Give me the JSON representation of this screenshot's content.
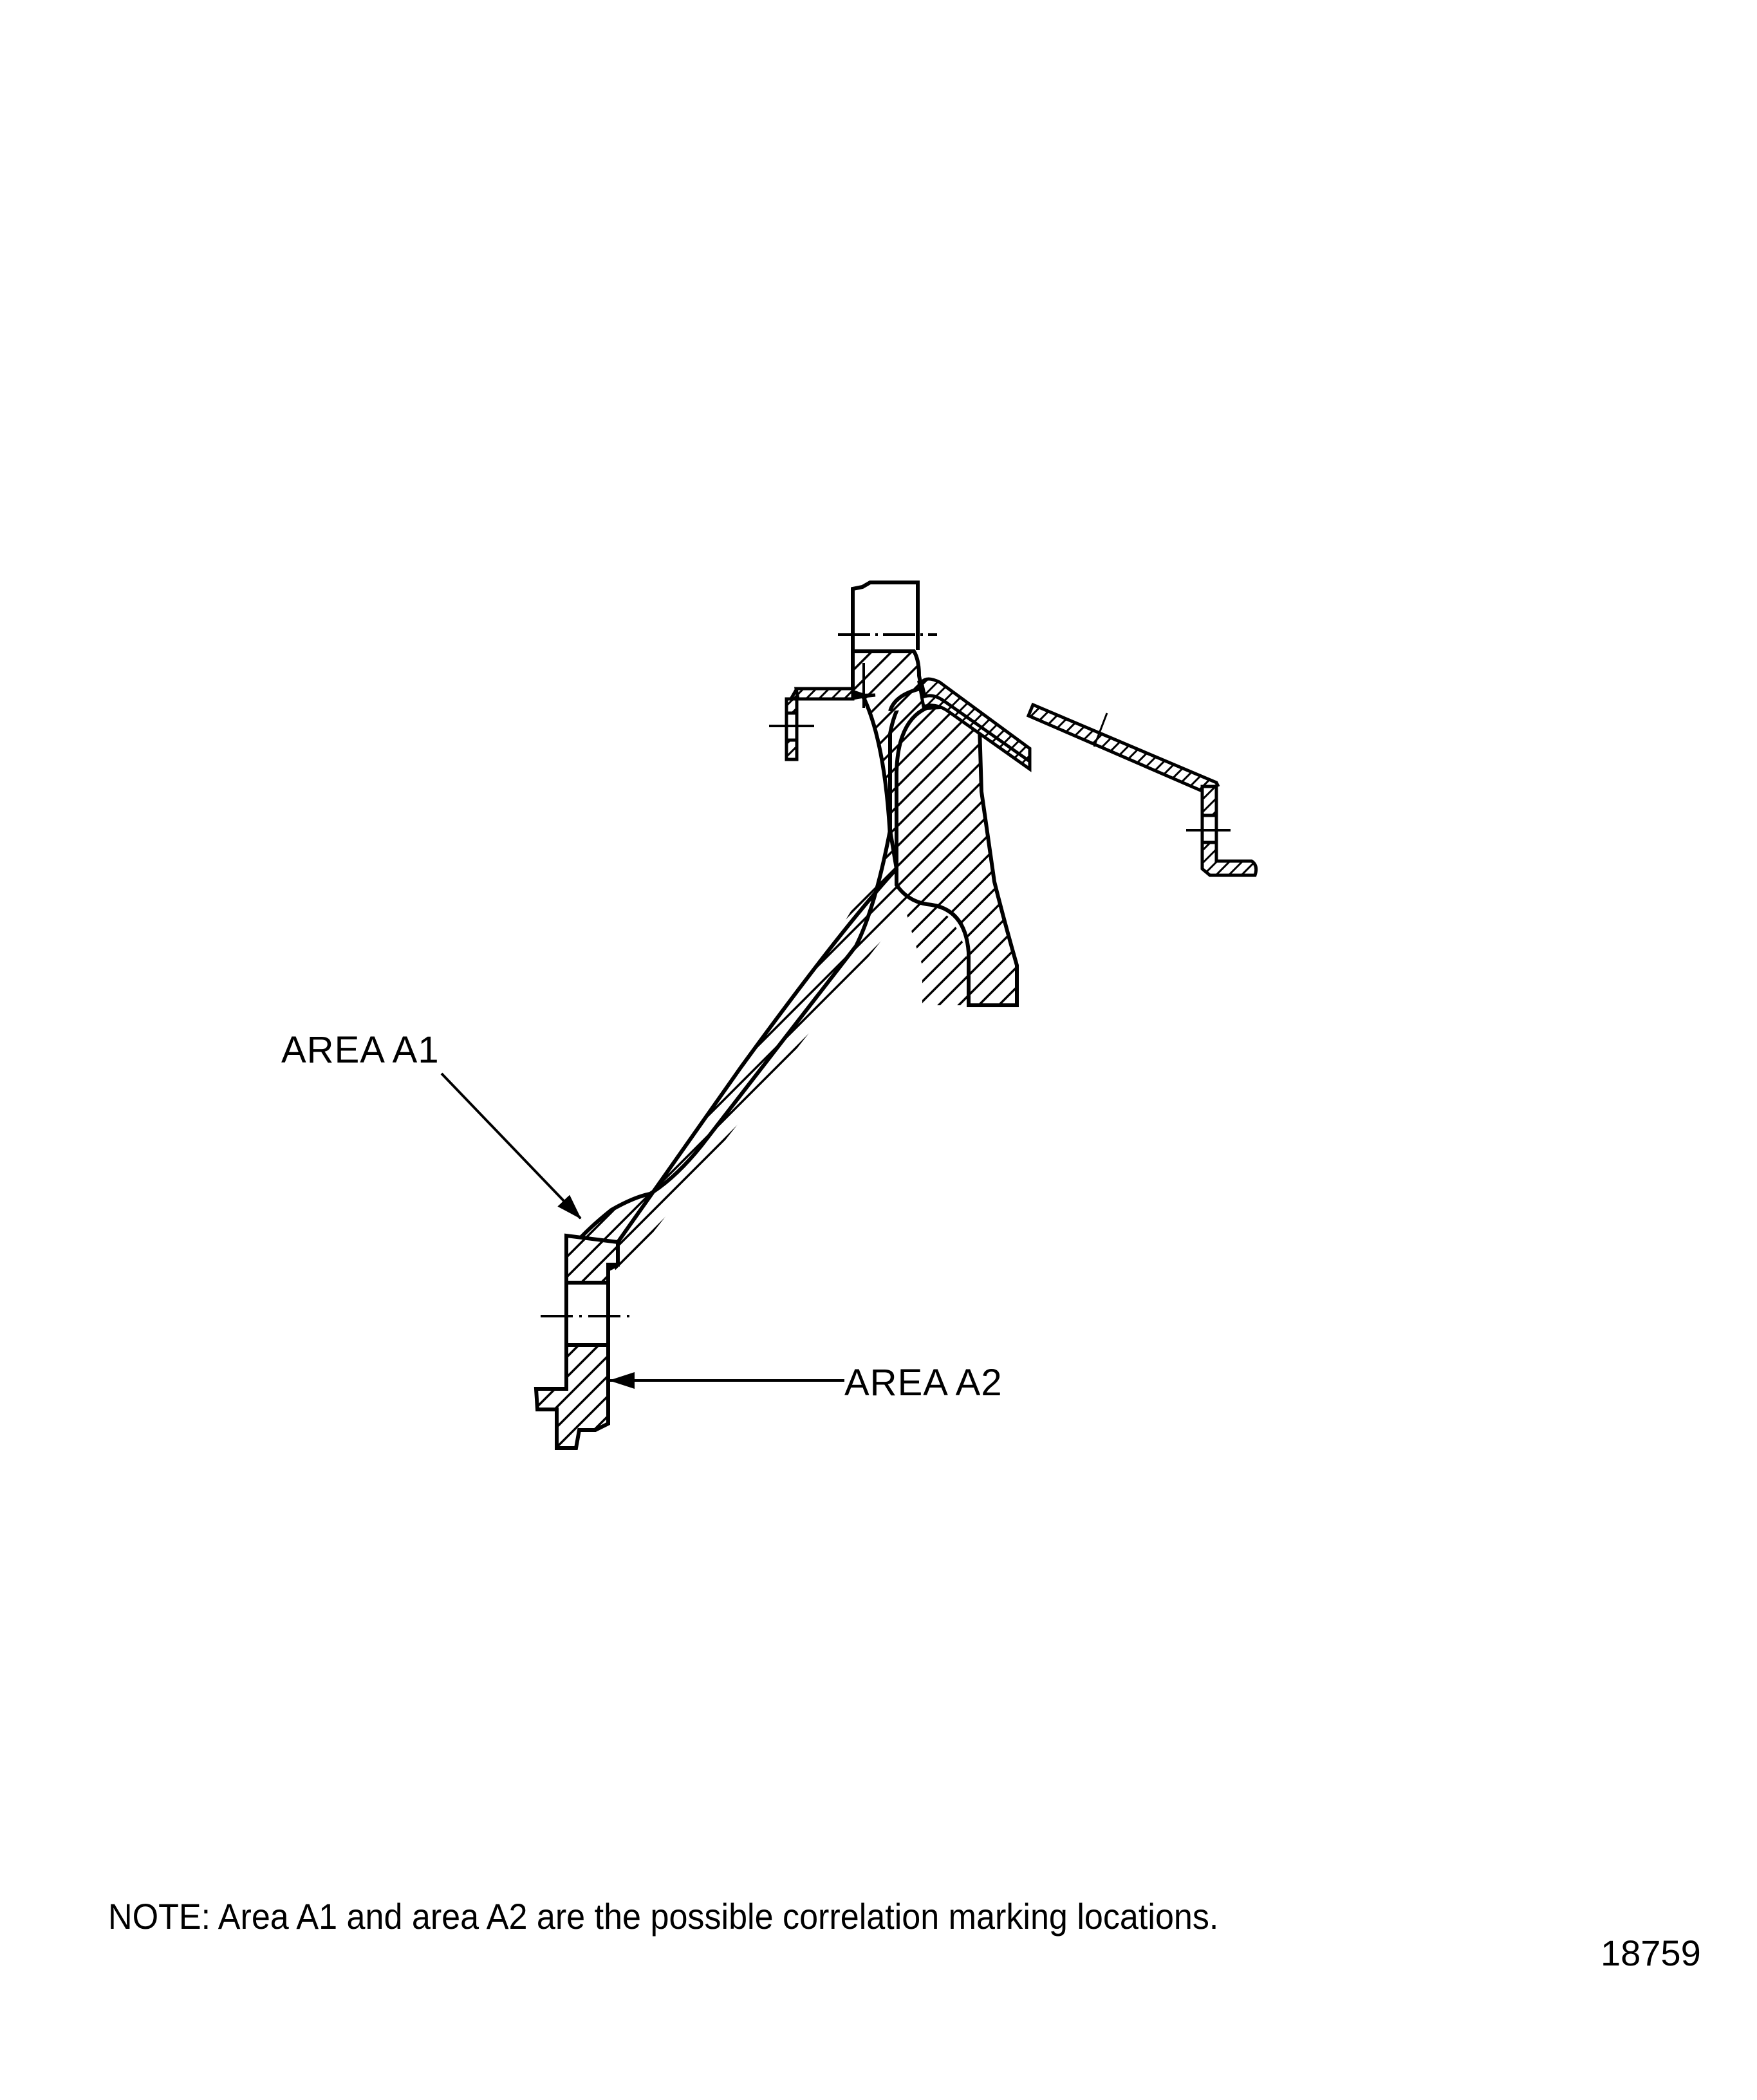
{
  "figure": {
    "type": "cross-section-drawing",
    "subject": "part cross-section with hatched section areas",
    "hatch_color": "#000000",
    "background_color": "#ffffff"
  },
  "callouts": {
    "area_a1": "AREA A1",
    "area_a2": "AREA A2"
  },
  "note": {
    "text": "NOTE: Area A1 and area A2 are the possible correlation marking locations."
  },
  "figure_number": "18759"
}
